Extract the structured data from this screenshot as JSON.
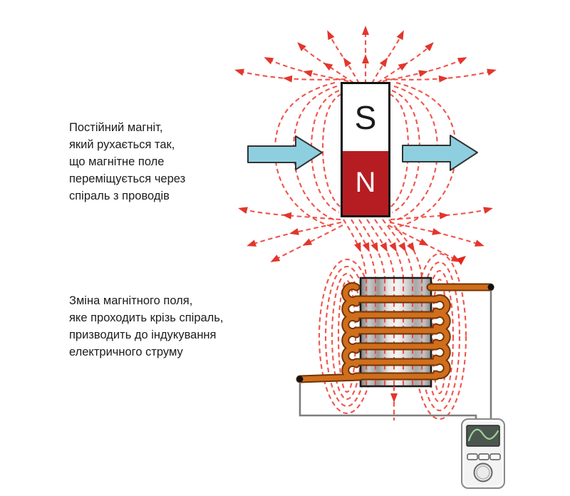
{
  "labels": {
    "magnet_motion": {
      "lines": [
        "Постійний магніт,",
        "який рухається так,",
        "що магнітне поле",
        "переміщується через",
        "спіраль з проводів"
      ]
    },
    "induction": {
      "lines": [
        "Зміна магнітного поля,",
        "яке проходить крізь спіраль,",
        "призводить до індукування",
        "електричного струму"
      ]
    }
  },
  "magnet": {
    "south": "S",
    "north": "N"
  },
  "icons": {
    "motion_arrows": "right-arrow",
    "meter_screen": "sine-wave"
  },
  "colors": {
    "field_line": "#ef453b",
    "arrow_head": "#e0261c",
    "magnet_north_red": "#b51d22",
    "magnet_border": "#111111",
    "motion_arrow_fill": "#8ecfdf",
    "motion_arrow_stroke": "#333333",
    "coil_wire_orange": "#d06e1b",
    "coil_wire_outline": "#6f3408",
    "core_border": "#1a1a1a",
    "circuit_wire_gray": "#7d7d7d",
    "terminal_black": "#111111",
    "meter_body": "#f3f3f3",
    "meter_border": "#8a8a8a",
    "screen_green": "#4b574e",
    "sine_green": "#9fcf9b",
    "text_color": "#1c1c1c"
  }
}
